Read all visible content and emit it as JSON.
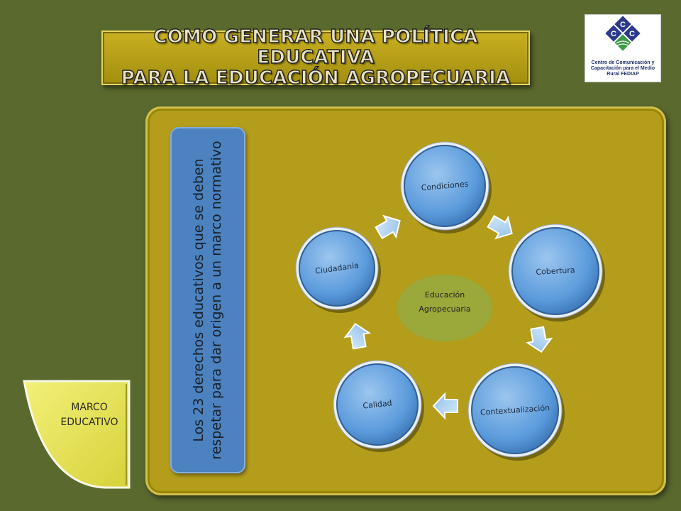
{
  "title": {
    "line1": "COMO GENERAR UNA POLÍTICA EDUCATIVA",
    "line2": "PARA LA EDUCACIÓN AGROPECUARIA"
  },
  "logo": {
    "letters": [
      "C",
      "C",
      "C"
    ],
    "org_line1": "Centro de Comunicación y",
    "org_line2": "Capacitación para el Medio",
    "org_line3": "Rural FEDIAP"
  },
  "side_text": {
    "line1": "Los 23 derechos educativos que se deben",
    "line2": "respetar para dar origen a un marco normativo"
  },
  "marco": {
    "line1": "MARCO",
    "line2": "EDUCATIVO"
  },
  "cycle": {
    "center_line1": "Educación",
    "center_line2": "Agropecuaria",
    "nodes": [
      "Condiciones",
      "Cobertura",
      "Contextualización",
      "Calidad",
      "Ciudadanía"
    ]
  },
  "colors": {
    "background": "#5a6a2e",
    "panel": "#b39d1a",
    "node_blue": "#5b9bdc",
    "center_ellipse": "#9ba83a"
  }
}
